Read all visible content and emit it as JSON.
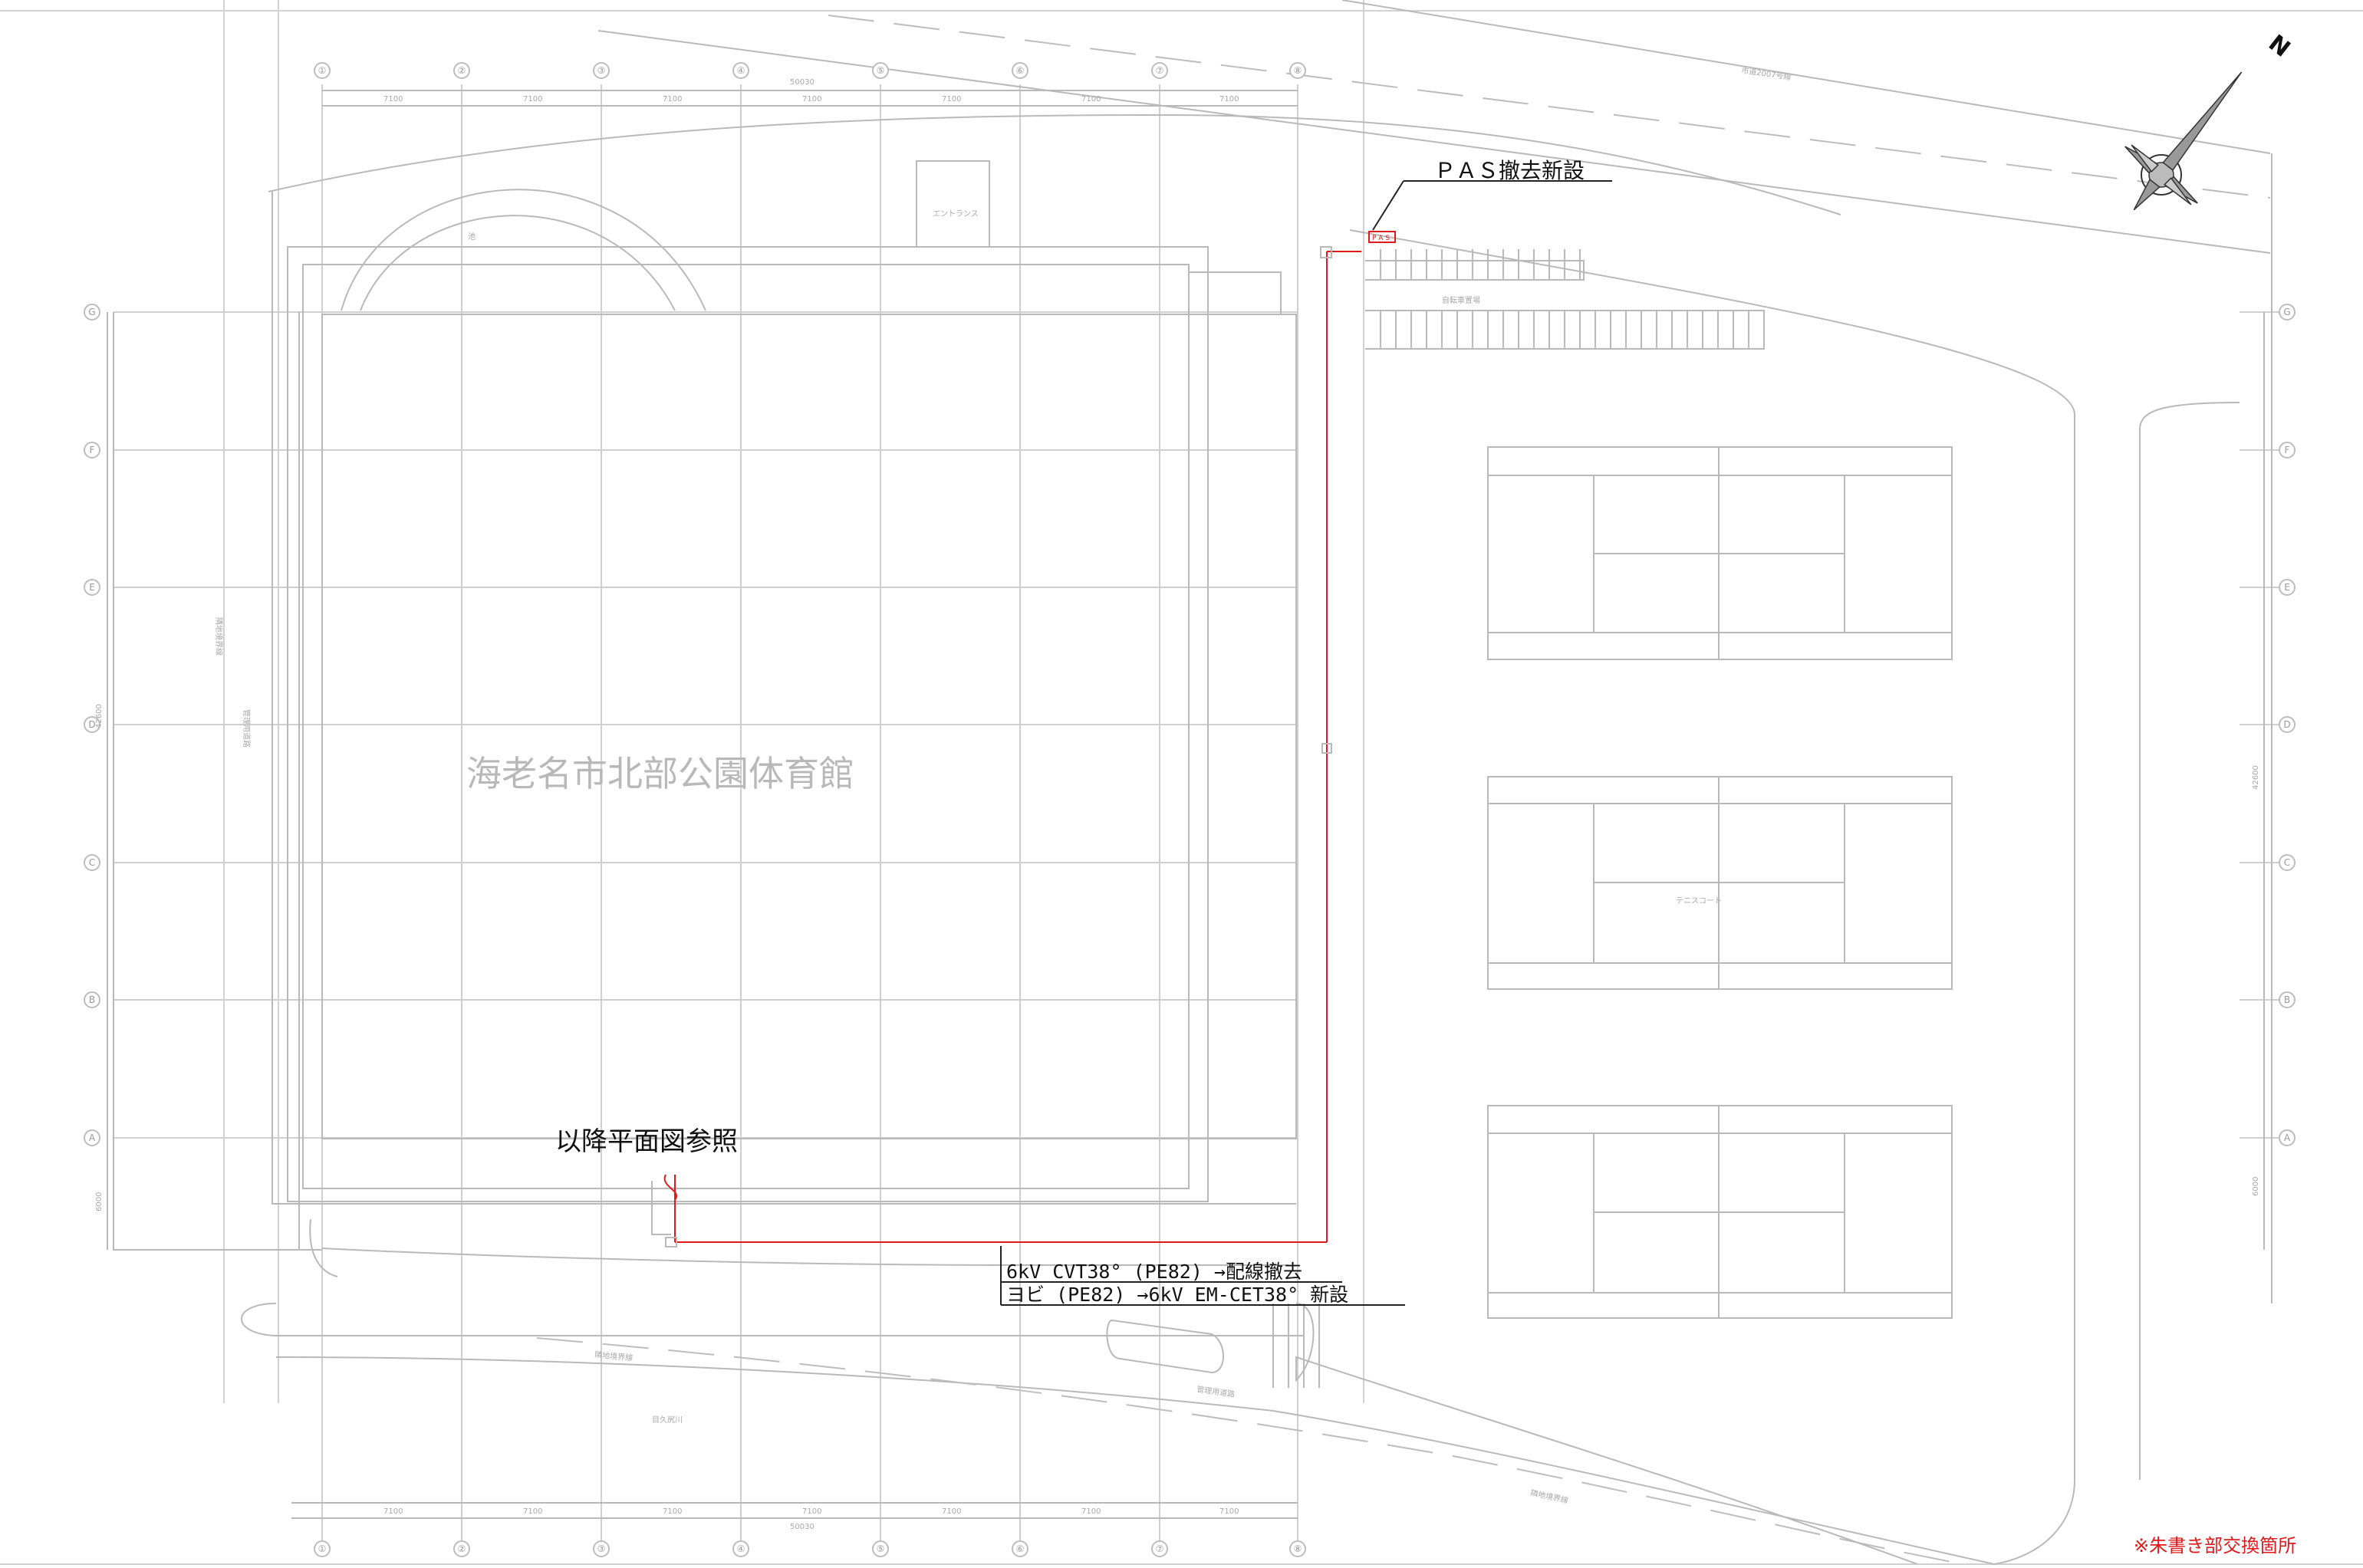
{
  "facility_name": "海老名市北部公園体育館",
  "annotations": {
    "pas_note": "ＰＡＳ撤去新設",
    "pas_box": "P A S",
    "see_plan_note": "以降平面図参照",
    "cable_line_1": "6kV CVT38° (PE82) →配線撤去",
    "cable_line_2": "ヨビ (PE82) →6kV EM-CET38° 新設",
    "legend_note": "※朱書き部交換箇所"
  },
  "compass": {
    "label": "N"
  },
  "small_labels": {
    "road_top": "市道2007号線",
    "entrance": "エントランス",
    "pond": "池",
    "bicycle": "自転車置場",
    "tennis": "テニスコート",
    "boundary_left": "隣地境界線",
    "road_left": "管理用道路",
    "boundary_bottom": "隣地境界線",
    "road_bottom": "管理用道路",
    "river": "目久尻川",
    "boundary_bottom_right": "隣地境界線"
  },
  "grid_labels": {
    "columns": [
      "①",
      "②",
      "③",
      "④",
      "⑤",
      "⑥",
      "⑦",
      "⑧"
    ],
    "rows": [
      "G",
      "F",
      "E",
      "D",
      "C",
      "B",
      "A"
    ]
  },
  "dimensions": {
    "span": "7100",
    "total": "50030",
    "side": "6000",
    "total_rows": "42600"
  },
  "colors": {
    "line": "#b9b9b9",
    "highlight": "#e01a1a",
    "text": "#111111"
  }
}
